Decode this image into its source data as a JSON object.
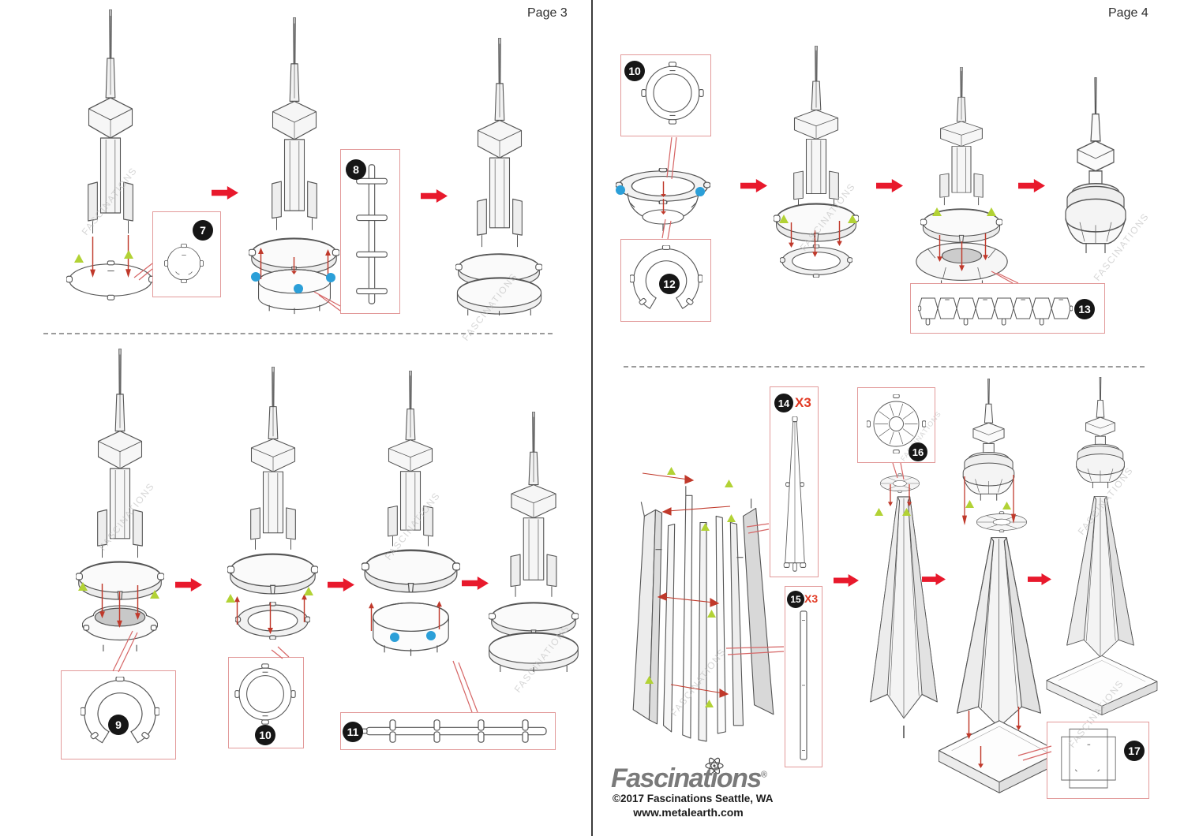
{
  "document": {
    "pages": {
      "page3": {
        "label": "Page 3"
      },
      "page4": {
        "label": "Page 4"
      }
    }
  },
  "part_badges": {
    "p7": "7",
    "p8": "8",
    "p9": "9",
    "p10": "10",
    "p11": "11",
    "p12": "12",
    "p13": "13",
    "p14": "14",
    "p15": "15",
    "p16": "16",
    "p17": "17"
  },
  "quantities": {
    "x3": "X3"
  },
  "watermark": "FASCINATIONS",
  "branding": {
    "logo_text": "Fascinations",
    "registered_mark": "®",
    "copyright": "©2017  Fascinations Seattle, WA",
    "website": "www.metalearth.com"
  },
  "colors": {
    "arrow_red": "#e8192c",
    "pin_red": "#c0392b",
    "connector_red": "#d66666",
    "box_border_red": "#e29a9a",
    "marker_green": "#b2d235",
    "marker_blue": "#2b9fd8",
    "badge_black": "#161616",
    "line_art": "#555555",
    "watermark_gray": "#bcbcbc"
  }
}
